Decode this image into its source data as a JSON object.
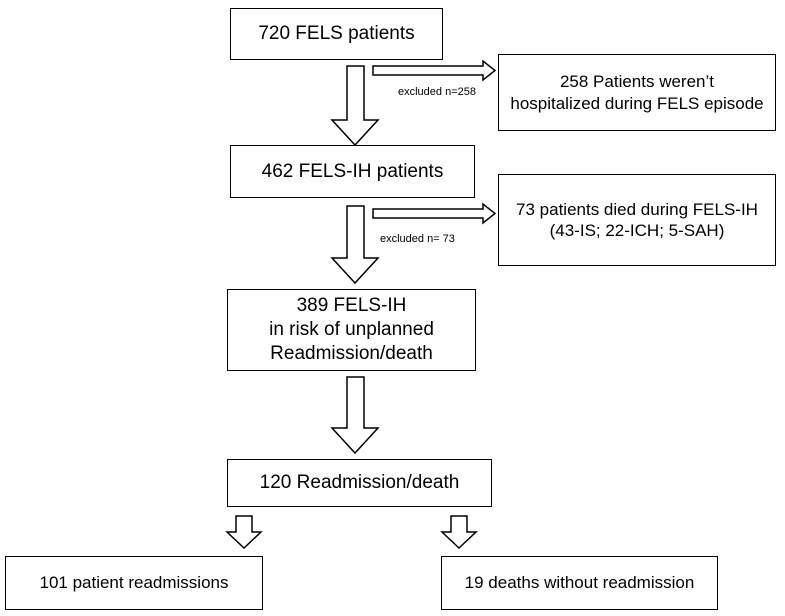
{
  "boxes": {
    "b1": "720 FELS patients",
    "b2": "462 FELS-IH patients",
    "b3": "389 FELS-IH\nin risk of unplanned\nReadmission/death",
    "b4": "120 Readmission/death",
    "side1": "258  Patients weren’t\nhospitalized during FELS episode",
    "side2": "73 patients died during FELS-IH\n(43-IS; 22-ICH; 5-SAH)",
    "out1": "101 patient readmissions",
    "out2": "19 deaths without readmission"
  },
  "labels": {
    "excl1": "excluded n=258",
    "excl2": "excluded n= 73"
  }
}
